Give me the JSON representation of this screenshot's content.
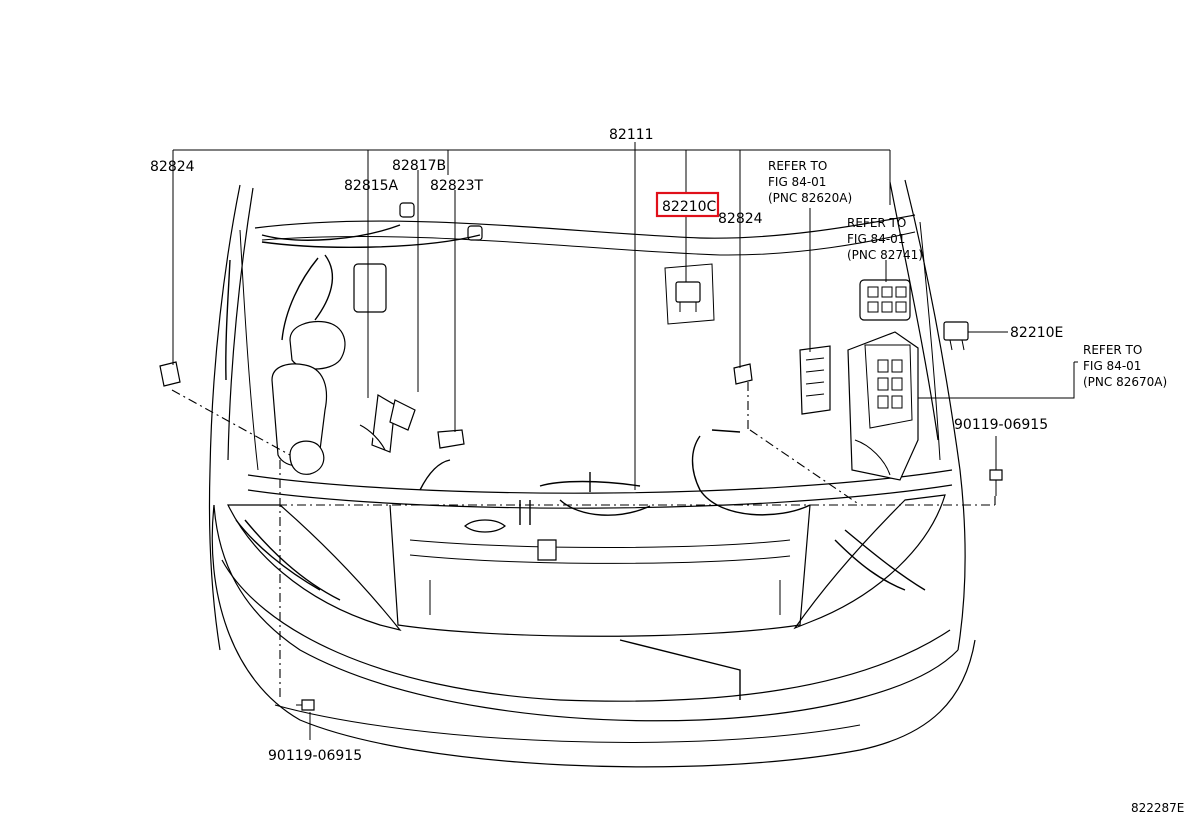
{
  "diagram": {
    "labels": {
      "p82111": "82111",
      "p82824_left": "82824",
      "p82817B": "82817B",
      "p82815A": "82815A",
      "p82823T": "82823T",
      "p82210C": "82210C",
      "p82824_mid": "82824",
      "p82210E": "82210E",
      "p90119_right": "90119-06915",
      "p90119_bottom": "90119-06915"
    },
    "refs": {
      "ref1": [
        "REFER TO",
        "FIG  84-01",
        "(PNC 82620A)"
      ],
      "ref2": [
        "REFER TO",
        "FIG  84-01",
        "(PNC 82741)"
      ],
      "ref3": [
        "REFER TO",
        "FIG  84-01",
        "(PNC 82670A)"
      ]
    },
    "figure_code": "822287E",
    "highlight_color": "#e0101a"
  }
}
